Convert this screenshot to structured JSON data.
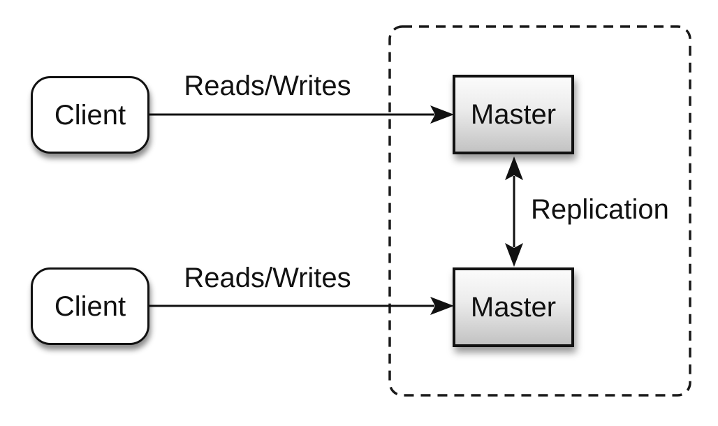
{
  "diagram": {
    "description": "Master-master replication architecture diagram",
    "background_color": "#ffffff",
    "line_color": "#111111",
    "clients": [
      {
        "id": "client-top",
        "label": "Client",
        "shape": "rounded-rect",
        "fill": "#ffffff"
      },
      {
        "id": "client-bottom",
        "label": "Client",
        "shape": "rounded-rect",
        "fill": "#ffffff"
      }
    ],
    "masters": [
      {
        "id": "master-top",
        "label": "Master",
        "shape": "rect",
        "fill_gradient_top": "#fbfbfb",
        "fill_gradient_bottom": "#c3c3c3"
      },
      {
        "id": "master-bottom",
        "label": "Master",
        "shape": "rect",
        "fill_gradient_top": "#fbfbfb",
        "fill_gradient_bottom": "#c3c3c3"
      }
    ],
    "edges": [
      {
        "id": "reads-writes-top",
        "label": "Reads/Writes",
        "from": "client-top",
        "to": "master-top",
        "arrow": "single"
      },
      {
        "id": "reads-writes-bottom",
        "label": "Reads/Writes",
        "from": "client-bottom",
        "to": "master-bottom",
        "arrow": "single"
      },
      {
        "id": "replication",
        "label": "Replication",
        "from": "master-top",
        "to": "master-bottom",
        "arrow": "double"
      }
    ],
    "boundary": {
      "style": "dashed-rounded-rect",
      "stroke": "#1a1a1a",
      "contains": [
        "master-top",
        "master-bottom"
      ]
    }
  }
}
